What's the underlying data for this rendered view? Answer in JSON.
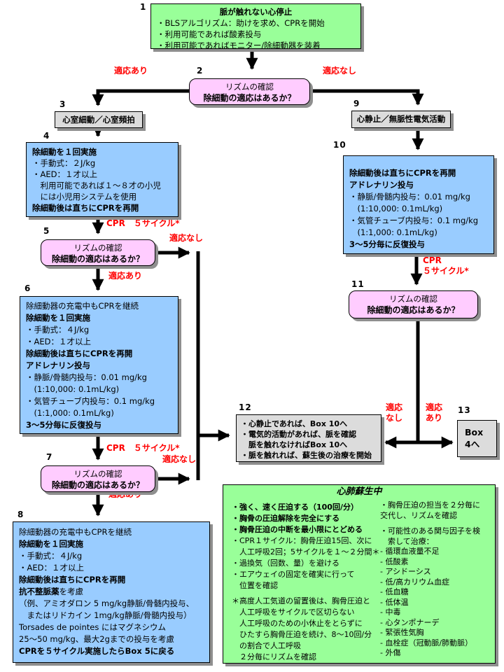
{
  "colors": {
    "box_green": "#99FF99",
    "box_blue": "#99CCFF",
    "box_pink": "#FFCCFF",
    "box_gray": "#DCDCDC",
    "label_red": "#FF0000",
    "arrow": "#000000",
    "shadow": "#8F8F8F"
  },
  "nodes": {
    "n1": {
      "num": "1",
      "title": "脈が触れない心停止",
      "lines": [
        "・BLSアルゴリズム：助けを求め、CPRを開始",
        "・利用可能であれば酸素投与",
        "・利用可能であればモニター/除細動器を装着"
      ]
    },
    "n2": {
      "num": "2",
      "line1": "リズムの確認",
      "line2": "除細動の適応はあるか？"
    },
    "n3": {
      "num": "3",
      "label": "心室細動／心室頻拍"
    },
    "n4": {
      "num": "4",
      "lines": [
        "除細動を１回実施",
        "・手動式：２J/kg",
        "・AED：１才以上",
        "　利用可能であれば１〜８才の小児",
        "　には小児用システムを使用",
        "除細動後は直ちにCPRを再開"
      ]
    },
    "n5": {
      "num": "5",
      "line1": "リズムの確認",
      "line2": "除細動の適応はあるか？"
    },
    "n6": {
      "num": "6",
      "lines": [
        "除細動器の充電中もCPRを継続",
        "除細動を１回実施",
        "・手動式：４J/kg",
        "・AED：１才以上",
        "除細動後は直ちにCPRを再開",
        "アドレナリン投与",
        "・静脈/骨髄内投与：0.01 mg/kg",
        "　(1:10,000: 0.1mL/kg)",
        "・気管チューブ内投与：0.1 mg/kg",
        "　(1:1,000: 0.1mL/kg)",
        "3〜5分毎に反復投与"
      ]
    },
    "n7": {
      "num": "7",
      "line1": "リズムの確認",
      "line2": "除細動の適応はあるか？"
    },
    "n8": {
      "num": "8",
      "lines": [
        "除細動器の充電中もCPRを継続",
        "除細動を１回実施",
        "・手動式：４J/kg",
        "・AED：１才以上",
        "除細動後は直ちにCPRを再開"
      ],
      "mixed_bold": "抗不整脈薬",
      "mixed_rest": "を考慮",
      "lines2": [
        "（例、アミオダロン 5 mg/kg静脈/骨髄内投与、",
        "　またはリドカイン 1mg/kg静脈/骨髄内投与）",
        "Torsades de pointes にはマグネシウム",
        "25〜50 mg/kg、最大2gまでの投与を考慮",
        "CPRを５サイクル実施したらBox 5に戻る"
      ]
    },
    "n9": {
      "num": "9",
      "label": "心静止／無脈性電気活動"
    },
    "n10": {
      "num": "10",
      "lines": [
        "除細動後は直ちにCPRを再開",
        "アドレナリン投与",
        "・静脈/骨髄内投与：0.01 mg/kg",
        "　(1:10,000: 0.1mL/kg)",
        "・気管チューブ内投与：0.1 mg/kg",
        "　(1:1,000: 0.1mL/kg)",
        "3〜5分毎に反復投与"
      ]
    },
    "n11": {
      "num": "11",
      "line1": "リズムの確認",
      "line2": "除細動の適応はあるか？"
    },
    "n12": {
      "num": "12",
      "lines": [
        "・心静止であれば、Box 10へ",
        "・電気的活動があれば、脈を確認",
        "　脈を触れなければBox 10へ",
        "・脈を触れれば、蘇生後の治療を開始"
      ]
    },
    "n13": {
      "num": "13",
      "line1": "Box",
      "line2": "4へ"
    },
    "cpr": {
      "title": "心肺蘇生中",
      "left": [
        "・強く、速く圧迫する（100回/分）",
        "・胸骨の圧迫解除を完全にする",
        "・胸骨圧迫の中断を最小限にとどめる",
        "・CPR１サイクル：胸骨圧迫15回、次に",
        "　人工呼吸2回；5サイクルを１〜２分間＊",
        "・過換気（回数、量）を避ける",
        "・エアウェイの固定を確実に行って",
        "　位置を確認"
      ],
      "note": [
        "＊高度人工気道の留置後は、胸骨圧迫と",
        "　人工呼吸をサイクルで区切らない",
        "　人工呼吸のための小休止をとらずに",
        "　ひたすら胸骨圧迫を続け、8〜10回/分",
        "　の割合で人工呼吸",
        "　２分毎にリズムを確認"
      ],
      "right": [
        "・胸骨圧迫の担当を２分毎に",
        "交代し、リズムを確認"
      ],
      "right2": [
        "・可能性のある関与因子を検",
        "　索して治療：",
        "- 循環血液量不足",
        "- 低酸素",
        "- アシドーシス",
        "- 低/高カリウム血症",
        "- 低血糖",
        "- 低体温",
        "- 中毒",
        "- 心タンポナーデ",
        "- 緊張性気胸",
        "- 血栓症（冠動脈/肺動脈）",
        "- 外傷"
      ]
    }
  },
  "edge_labels": {
    "yes_top": "適応あり",
    "no_top": "適応なし",
    "cpr5_a": "CPR　５サイクル*",
    "no_after5": "適応なし",
    "yes_after5": "適応あり",
    "cpr5_b": "CPR　５サイクル*",
    "no_after7": "適応なし",
    "yes_after7": "適応あり",
    "cpr5_c1": "CPR",
    "cpr5_c2": "５サイクル*",
    "no_after11_1": "適応",
    "no_after11_2": "なし",
    "yes_after11_1": "適応",
    "yes_after11_2": "あり"
  }
}
